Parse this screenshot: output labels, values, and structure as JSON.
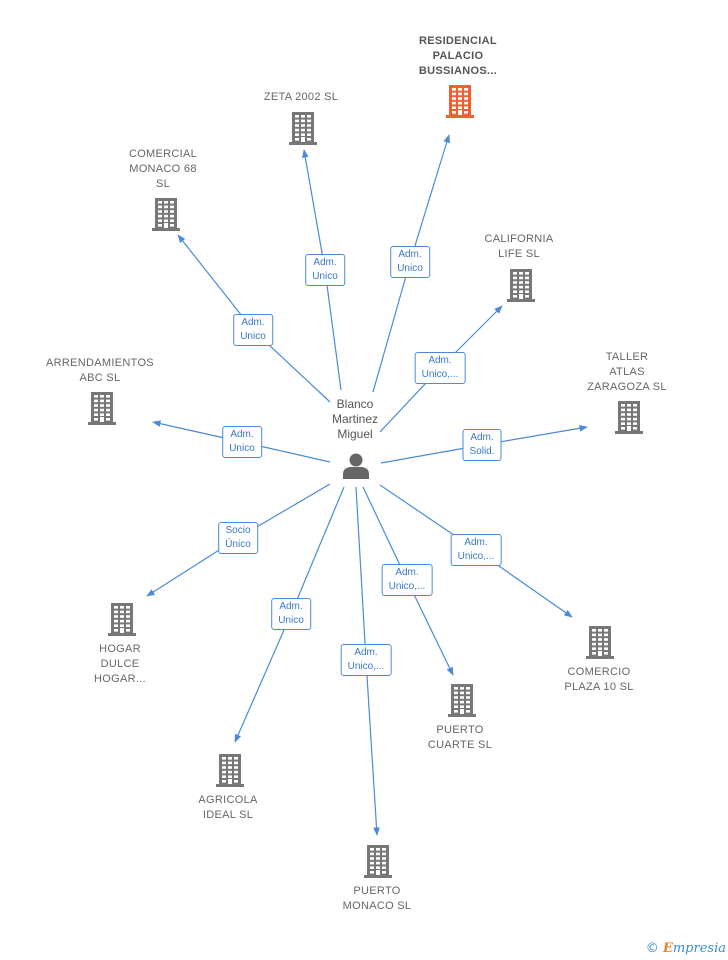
{
  "center": {
    "label": "Blanco\nMartinez\nMiguel"
  },
  "companies": [
    {
      "id": "residencial",
      "label": "RESIDENCIAL\nPALACIO\nBUSSIANOS...",
      "highlight": true,
      "color": "#f06030"
    },
    {
      "id": "zeta",
      "label": "ZETA 2002 SL",
      "highlight": false
    },
    {
      "id": "comercial_monaco",
      "label": "COMERCIAL\nMONACO 68\nSL",
      "highlight": false
    },
    {
      "id": "california",
      "label": "CALIFORNIA\nLIFE SL",
      "highlight": false
    },
    {
      "id": "arrendamientos",
      "label": "ARRENDAMIENTOS\nABC SL",
      "highlight": false
    },
    {
      "id": "taller",
      "label": "TALLER\nATLAS\nZARAGOZA SL",
      "highlight": false
    },
    {
      "id": "hogar",
      "label": "HOGAR\nDULCE\nHOGAR...",
      "highlight": false
    },
    {
      "id": "comercio",
      "label": "COMERCIO\nPLAZA 10 SL",
      "highlight": false
    },
    {
      "id": "puerto_cuarte",
      "label": "PUERTO\nCUARTE SL",
      "highlight": false
    },
    {
      "id": "agricola",
      "label": "AGRICOLA\nIDEAL SL",
      "highlight": false
    },
    {
      "id": "puerto_monaco",
      "label": "PUERTO\nMONACO SL",
      "highlight": false
    }
  ],
  "relations": [
    {
      "to": "residencial",
      "label": "Adm.\nUnico"
    },
    {
      "to": "zeta",
      "label": "Adm.\nUnico"
    },
    {
      "to": "comercial_monaco",
      "label": "Adm.\nUnico"
    },
    {
      "to": "california",
      "label": "Adm.\nUnico,..."
    },
    {
      "to": "arrendamientos",
      "label": "Adm.\nUnico"
    },
    {
      "to": "taller",
      "label": "Adm.\nSolid."
    },
    {
      "to": "hogar",
      "label": "Socio\nÚnico"
    },
    {
      "to": "comercio",
      "label": "Adm.\nUnico,..."
    },
    {
      "to": "puerto_cuarte",
      "label": "Adm.\nUnico,..."
    },
    {
      "to": "agricola",
      "label": "Adm.\nUnico"
    },
    {
      "to": "puerto_monaco",
      "label": "Adm.\nUnico,..."
    }
  ],
  "footer": {
    "copyright": "©",
    "brand_first": "E",
    "brand_rest": "mpresia"
  },
  "colors": {
    "edge": "#4a8ad8",
    "building": "#777777",
    "building_highlight": "#f06030",
    "person": "#666666"
  }
}
